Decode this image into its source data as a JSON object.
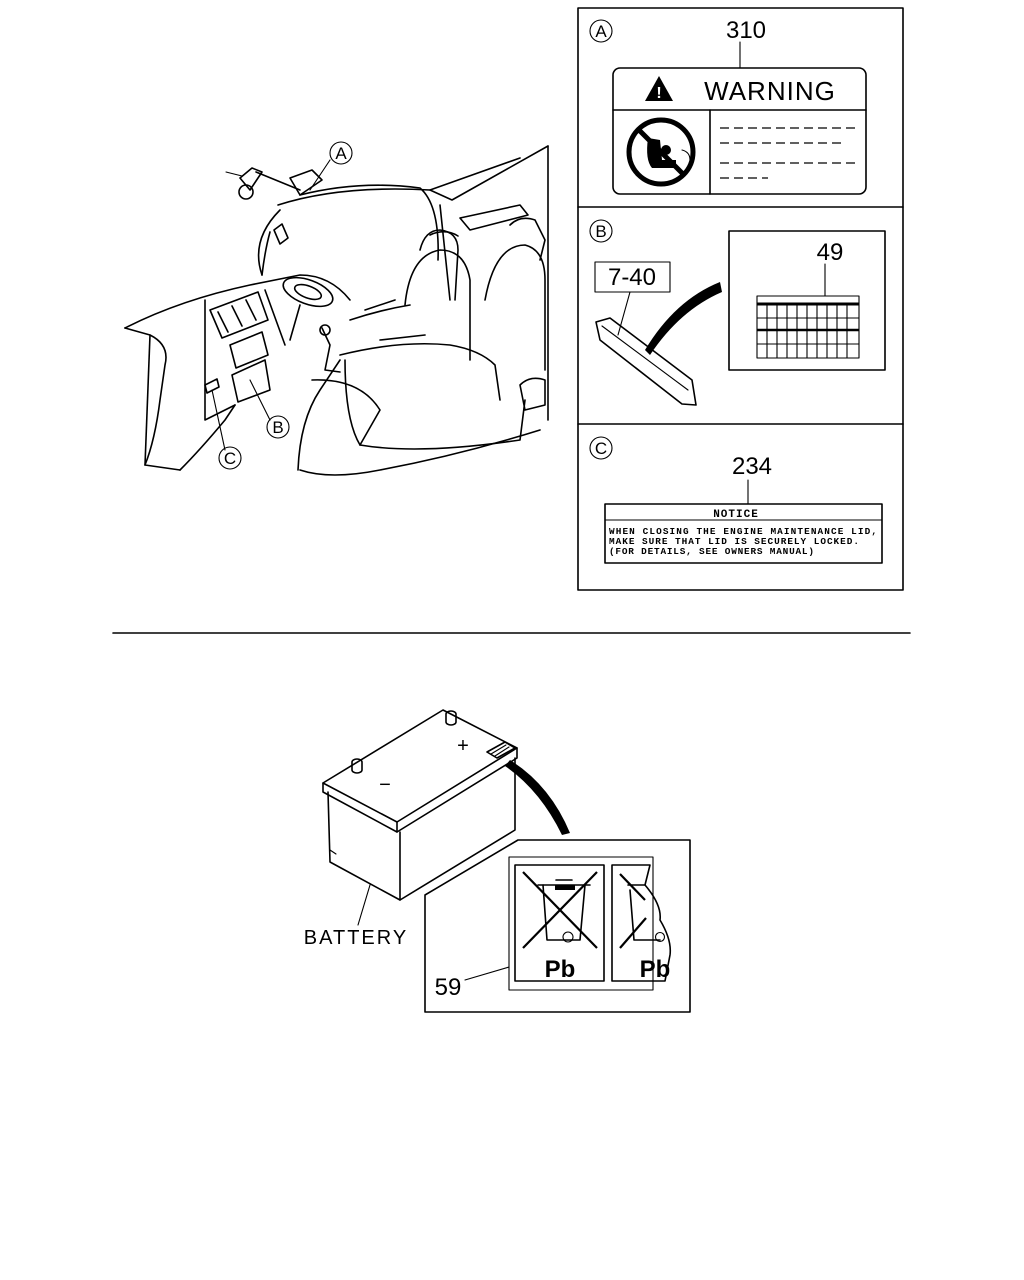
{
  "callouts": {
    "a": "A",
    "b": "B",
    "c": "C"
  },
  "panel_a": {
    "circle_label": "A",
    "part_number": "310",
    "warning_text": "WARNING"
  },
  "panel_b": {
    "circle_label": "B",
    "part_number_small": "7-40",
    "part_number_label": "49"
  },
  "panel_c": {
    "circle_label": "C",
    "part_number": "234",
    "notice_title": "NOTICE",
    "notice_lines": [
      "WHEN CLOSING THE ENGINE MAINTENANCE LID,",
      "MAKE SURE THAT LID IS SECURELY LOCKED.",
      "(FOR DETAILS, SEE OWNERS MANUAL)"
    ]
  },
  "battery": {
    "name_label": "BATTERY",
    "plus_sign": "+",
    "minus_sign": "−",
    "part_number": "59",
    "recycle_symbol_text": "Pb",
    "recycle_symbol_text_2": "Pb"
  }
}
